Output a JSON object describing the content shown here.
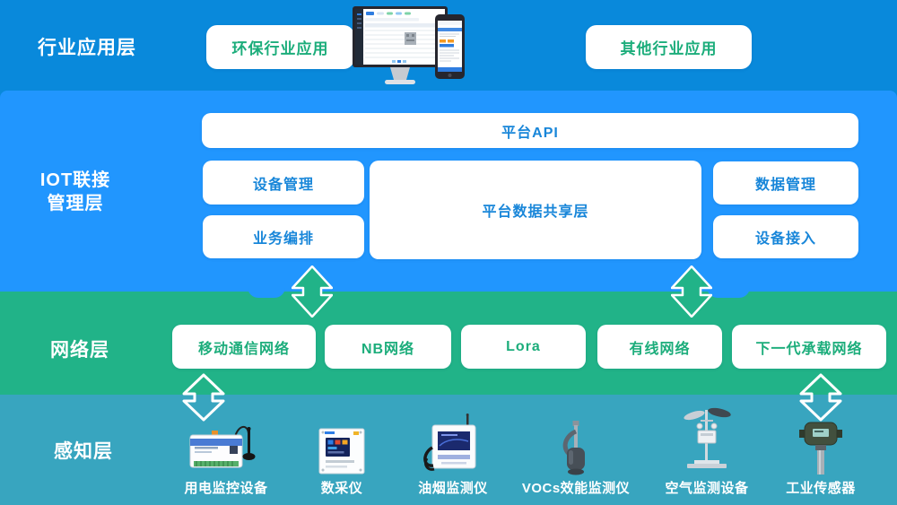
{
  "layer1": {
    "label": "行业应用层",
    "buttons": [
      {
        "label": "环保行业应用"
      },
      {
        "label": "其他行业应用"
      }
    ],
    "illustration": "dashboard-monitor-and-phone"
  },
  "layer2": {
    "label_line1": "IOT联接",
    "label_line2": "管理层",
    "api_box": "平台API",
    "boxes": {
      "device_mgmt": "设备管理",
      "service_orchestration": "业务编排",
      "data_sharing": "平台数据共享层",
      "data_mgmt": "数据管理",
      "device_access": "设备接入"
    }
  },
  "layer3": {
    "label": "网络层",
    "networks": [
      "移动通信网络",
      "NB网络",
      "Lora",
      "有线网络",
      "下一代承载网络"
    ]
  },
  "layer4": {
    "label": "感知层",
    "devices": [
      {
        "name": "用电监控设备",
        "icon": "power-monitor-icon"
      },
      {
        "name": "数采仪",
        "icon": "data-collector-icon"
      },
      {
        "name": "油烟监测仪",
        "icon": "fume-monitor-icon"
      },
      {
        "name": "VOCs效能监测仪",
        "icon": "vocs-monitor-icon"
      },
      {
        "name": "空气监测设备",
        "icon": "air-monitor-icon"
      },
      {
        "name": "工业传感器",
        "icon": "industrial-sensor-icon"
      }
    ]
  },
  "icons": {
    "layer_link_filled": "double-vertical-arrow-green",
    "layer_link_outline": "double-vertical-arrow-outline"
  },
  "colors": {
    "layer1_bg": "#0989DB",
    "layer2_bg": "#2196FE",
    "layer3_bg": "#21B388",
    "layer4_bg": "#38A5BF",
    "green_text": "#1CAD7B",
    "blue_text": "#1886D9",
    "white": "#FFFFFF"
  }
}
